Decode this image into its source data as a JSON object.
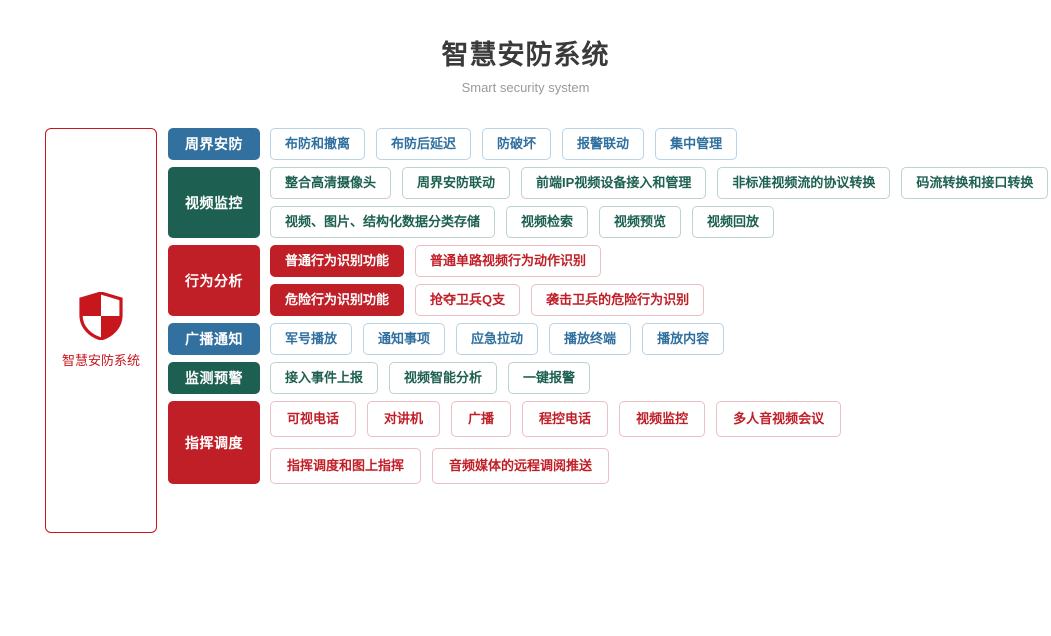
{
  "header": {
    "title": "智慧安防系统",
    "subtitle": "Smart security system"
  },
  "system_panel": {
    "icon": "shield-icon",
    "label": "智慧安防系统",
    "border_color": "#c8161d"
  },
  "colors": {
    "blue": "#31709f",
    "green": "#1d6051",
    "red": "#c01f27"
  },
  "rows": [
    {
      "category": "周界安防",
      "color": "blue",
      "lines": [
        [
          "布防和撤离",
          "布防后延迟",
          "防破坏",
          "报警联动",
          "集中管理"
        ]
      ]
    },
    {
      "category": "视频监控",
      "color": "green",
      "lines": [
        [
          "整合高清摄像头",
          "周界安防联动",
          "前端IP视频设备接入和管理",
          "非标准视频流的协议转换",
          "码流转换和接口转换"
        ],
        [
          "视频、图片、结构化数据分类存储",
          "视频检索",
          "视频预览",
          "视频回放"
        ]
      ]
    },
    {
      "category": "行为分析",
      "color": "red",
      "lines": [
        [
          "普通行为识别功能",
          "普通单路视频行为动作识别"
        ],
        [
          "危险行为识别功能",
          "抢夺卫兵Q支",
          "袭击卫兵的危险行为识别"
        ]
      ],
      "filled_first_of_each_line": true
    },
    {
      "category": "广播通知",
      "color": "blue",
      "lines": [
        [
          "军号播放",
          "通知事项",
          "应急拉动",
          "播放终端",
          "播放内容"
        ]
      ]
    },
    {
      "category": "监测预警",
      "color": "green",
      "lines": [
        [
          "接入事件上报",
          "视频智能分析",
          "一键报警"
        ]
      ]
    },
    {
      "category": "指挥调度",
      "color": "red",
      "lines": [
        [
          "可视电话",
          "对讲机",
          "广播",
          "程控电话",
          "视频监控",
          "多人音视频会议"
        ],
        [
          "指挥调度和图上指挥",
          "音频媒体的远程调阅推送"
        ]
      ]
    }
  ]
}
